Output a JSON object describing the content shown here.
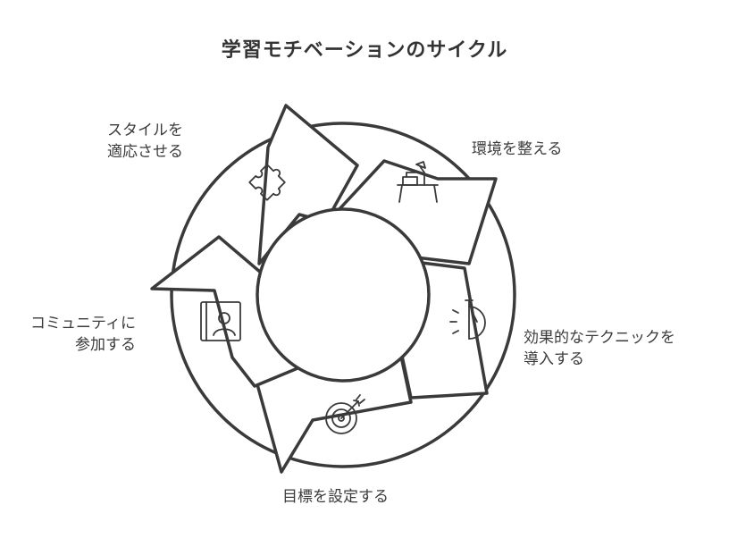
{
  "title": "学習モチベーションのサイクル",
  "stages": [
    {
      "id": "environment",
      "lines": [
        "環境を整える"
      ],
      "icon": "desk-lamp-icon"
    },
    {
      "id": "techniques",
      "lines": [
        "効果的なテクニックを",
        "導入する"
      ],
      "icon": "timer-icon"
    },
    {
      "id": "goals",
      "lines": [
        "目標を設定する"
      ],
      "icon": "target-icon"
    },
    {
      "id": "community",
      "lines": [
        "コミュニティに",
        "参加する"
      ],
      "icon": "profile-book-icon"
    },
    {
      "id": "adapt",
      "lines": [
        "スタイルを",
        "適応させる"
      ],
      "icon": "puzzle-piece-icon"
    }
  ],
  "colors": {
    "stroke": "#3a3a3a",
    "fill": "#ffffff",
    "text": "#3b3b3b"
  }
}
